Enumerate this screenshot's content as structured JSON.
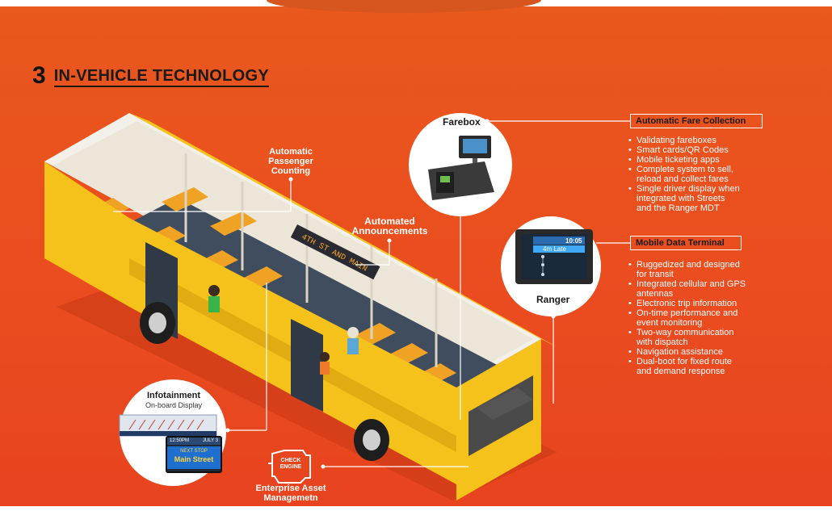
{
  "section": {
    "number": "3",
    "heading": "IN-VEHICLE TECHNOLOGY"
  },
  "callouts": {
    "apc": "Automatic\nPassenger\nCounting",
    "announcements": "Automated\nAnnouncements",
    "farebox": "Farebox",
    "ranger": "Ranger",
    "infotainment_title": "Infotainment",
    "infotainment_sub": "On-board Display",
    "asset": "Enterprise Asset\nManagemetn"
  },
  "bus_sign": "4TH ST AND MAIN",
  "afc": {
    "title": "Automatic Fare Collection",
    "items": [
      "Validating fareboxes",
      "Smart cards/QR Codes",
      "Mobile ticketing apps",
      "Complete system to sell,\nreload and collect fares",
      "Single driver display when\nintegrated with Streets\nand the Ranger MDT"
    ]
  },
  "mdt": {
    "title": "Mobile Data Terminal",
    "items": [
      "Ruggedized and designed\nfor transit",
      "Integrated cellular and GPS\nantennas",
      "Electronic trip information",
      "On-time performance and\nevent monitoring",
      "Two-way communication\nwith dispatch",
      "Navigation assistance",
      "Dual-boot for fixed route\nand demand response"
    ]
  },
  "ranger_screen": {
    "time": "10:05",
    "status": "4m Late"
  },
  "infotainment_screen": {
    "time": "12:50PM",
    "date": "JULY 3",
    "next_stop_label": "NEXT STOP",
    "next_stop": "Main Street"
  },
  "engine_icon": {
    "line1": "CHECK",
    "line2": "ENGINE"
  },
  "colors": {
    "background": "#e9541e",
    "bus_yellow": "#f5c21b",
    "text_dark": "#1a1a1a"
  }
}
